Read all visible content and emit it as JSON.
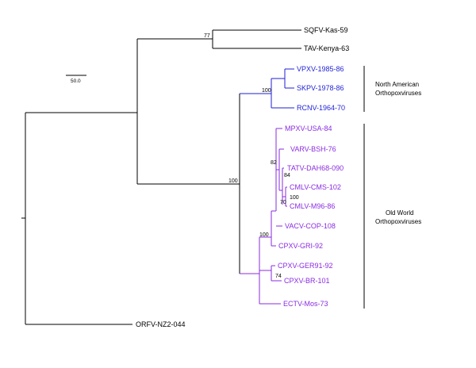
{
  "colors": {
    "black": "#000000",
    "north_american": "#1f1fd6",
    "old_world": "#8a2be2"
  },
  "scale_bar": {
    "label": "50.0"
  },
  "taxa": {
    "sqfv": "SQFV-Kas-59",
    "tav": "TAV-Kenya-63",
    "vpxv": "VPXV-1985-86",
    "skpv": "SKPV-1978-86",
    "rcnv": "RCNV-1964-70",
    "mpxv": "MPXV-USA-84",
    "varv": "VARV-BSH-76",
    "tatv": "TATV-DAH68-090",
    "cmlv_cms": "CMLV-CMS-102",
    "cmlv_m96": "CMLV-M96-86",
    "vacv": "VACV-COP-108",
    "cpxv_gri": "CPXV-GRI-92",
    "cpxv_ger": "CPXV-GER91-92",
    "cpxv_br": "CPXV-BR-101",
    "ectv": "ECTV-Mos-73",
    "orfv": "ORFV-NZ2-044"
  },
  "bootstrap": {
    "sqfv_tav": "77",
    "na_clade": "100",
    "ortho_clade": "100",
    "cpx_clade": "100",
    "varv_node": "82",
    "tatv_node": "84",
    "cmlv_node": "100",
    "cmlv_m96_node": "70",
    "cpxv_br_node": "74"
  },
  "groups": {
    "north_american": [
      "North American",
      "Orthopoxviruses"
    ],
    "old_world": [
      "Old World",
      "Orthopoxviruses"
    ]
  }
}
